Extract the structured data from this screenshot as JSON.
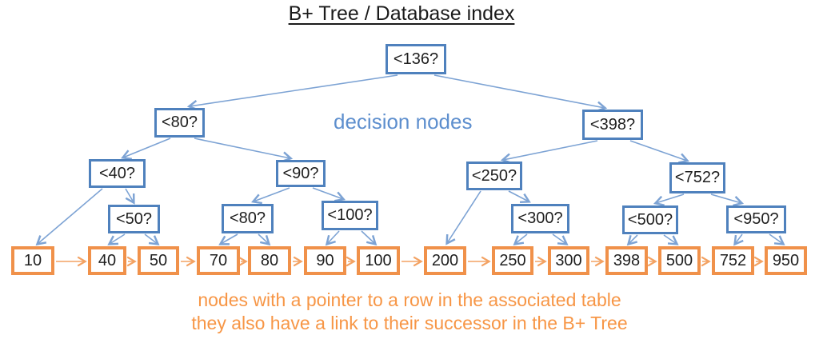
{
  "title": "B+ Tree / Database index",
  "annotations": {
    "decision_nodes_label": "decision nodes",
    "caption_line1": "nodes with a pointer to a row in the associated table",
    "caption_line2": "they also have a link to their successor in the B+ Tree"
  },
  "colors": {
    "decision_box_border": "#4f81bd",
    "decision_arrow": "#7da3d4",
    "decision_label_text": "#5e8fce",
    "leaf_box_border": "#f0914a",
    "leaf_arrow": "#f3a263",
    "caption_text": "#f79646",
    "node_text": "#1f1f1f",
    "title_text": "#1b1b1b"
  },
  "tree": {
    "decision_nodes": [
      {
        "label": "<136?"
      },
      {
        "label": "<80?"
      },
      {
        "label": "<398?"
      },
      {
        "label": "<40?"
      },
      {
        "label": "<90?"
      },
      {
        "label": "<250?"
      },
      {
        "label": "<752?"
      },
      {
        "label": "<50?"
      },
      {
        "label": "<80?"
      },
      {
        "label": "<100?"
      },
      {
        "label": "<300?"
      },
      {
        "label": "<500?"
      },
      {
        "label": "<950?"
      }
    ],
    "leaf_nodes": [
      {
        "label": "10"
      },
      {
        "label": "40"
      },
      {
        "label": "50"
      },
      {
        "label": "70"
      },
      {
        "label": "80"
      },
      {
        "label": "90"
      },
      {
        "label": "100"
      },
      {
        "label": "200"
      },
      {
        "label": "250"
      },
      {
        "label": "300"
      },
      {
        "label": "398"
      },
      {
        "label": "500"
      },
      {
        "label": "752"
      },
      {
        "label": "950"
      }
    ],
    "decision_edges": [
      [
        "<136?",
        "<80?"
      ],
      [
        "<136?",
        "<398?"
      ],
      [
        "<80?",
        "<40?"
      ],
      [
        "<80?",
        "<90?"
      ],
      [
        "<398?",
        "<250?"
      ],
      [
        "<398?",
        "<752?"
      ],
      [
        "<40?",
        "10"
      ],
      [
        "<40?",
        "<50?"
      ],
      [
        "<50?",
        "40"
      ],
      [
        "<50?",
        "50"
      ],
      [
        "<90?",
        "<80? (lower)"
      ],
      [
        "<90?",
        "<100?"
      ],
      [
        "<80? (lower)",
        "70"
      ],
      [
        "<80? (lower)",
        "80"
      ],
      [
        "<100?",
        "90"
      ],
      [
        "<100?",
        "100"
      ],
      [
        "<250?",
        "200"
      ],
      [
        "<250?",
        "<300?"
      ],
      [
        "<300?",
        "250"
      ],
      [
        "<300?",
        "300"
      ],
      [
        "<752?",
        "<500?"
      ],
      [
        "<752?",
        "<950?"
      ],
      [
        "<500?",
        "398"
      ],
      [
        "<500?",
        "500"
      ],
      [
        "<950?",
        "752"
      ],
      [
        "<950?",
        "950"
      ]
    ],
    "leaf_chain": [
      "10",
      "40",
      "50",
      "70",
      "80",
      "90",
      "100",
      "200",
      "250",
      "300",
      "398",
      "500",
      "752",
      "950"
    ]
  }
}
